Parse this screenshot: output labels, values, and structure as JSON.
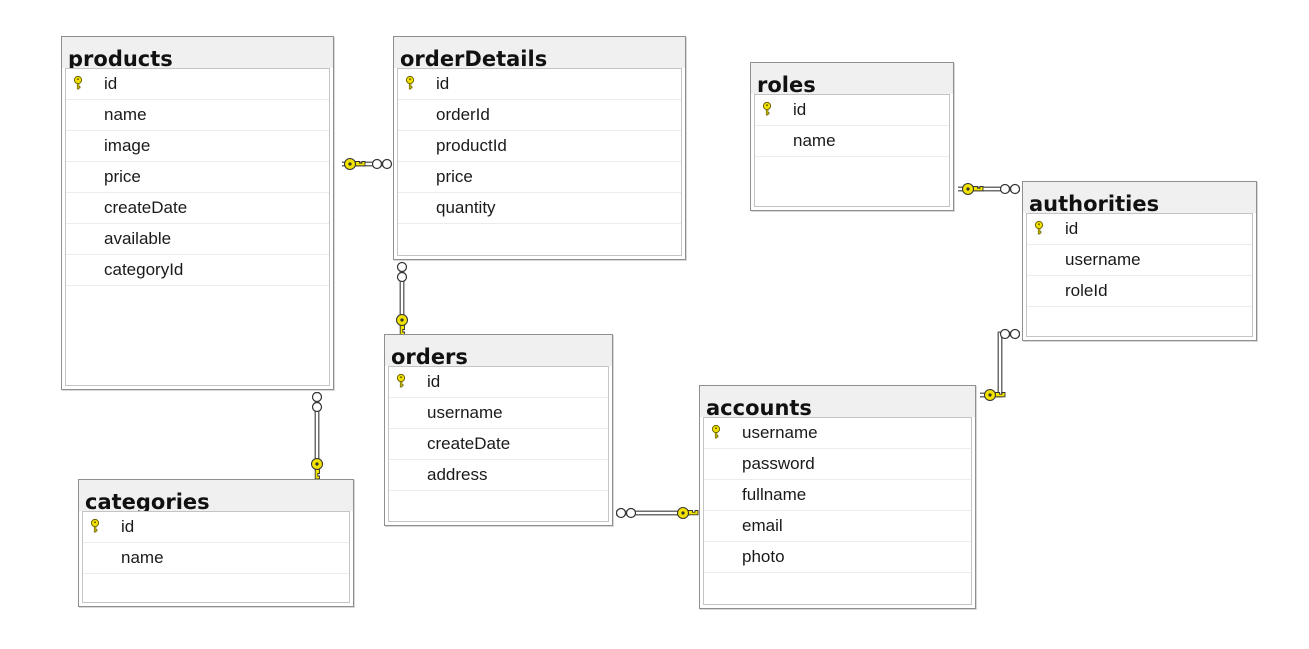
{
  "tables": {
    "products": {
      "name": "products",
      "columns": [
        "id",
        "name",
        "image",
        "price",
        "createDate",
        "available",
        "categoryId"
      ],
      "pk": [
        "id"
      ]
    },
    "orderDetails": {
      "name": "orderDetails",
      "columns": [
        "id",
        "orderId",
        "productId",
        "price",
        "quantity"
      ],
      "pk": [
        "id"
      ]
    },
    "roles": {
      "name": "roles",
      "columns": [
        "id",
        "name"
      ],
      "pk": [
        "id"
      ]
    },
    "authorities": {
      "name": "authorities",
      "columns": [
        "id",
        "username",
        "roleId"
      ],
      "pk": [
        "id"
      ]
    },
    "orders": {
      "name": "orders",
      "columns": [
        "id",
        "username",
        "createDate",
        "address"
      ],
      "pk": [
        "id"
      ]
    },
    "categories": {
      "name": "categories",
      "columns": [
        "id",
        "name"
      ],
      "pk": [
        "id"
      ]
    },
    "accounts": {
      "name": "accounts",
      "columns": [
        "username",
        "password",
        "fullname",
        "email",
        "photo"
      ],
      "pk": [
        "username"
      ]
    }
  },
  "relationships": [
    {
      "from": "products",
      "to": "orderDetails",
      "one_side": "products",
      "many_side": "orderDetails"
    },
    {
      "from": "orders",
      "to": "orderDetails",
      "one_side": "orders",
      "many_side": "orderDetails"
    },
    {
      "from": "categories",
      "to": "products",
      "one_side": "categories",
      "many_side": "products"
    },
    {
      "from": "accounts",
      "to": "orders",
      "one_side": "accounts",
      "many_side": "orders"
    },
    {
      "from": "roles",
      "to": "authorities",
      "one_side": "roles",
      "many_side": "authorities"
    },
    {
      "from": "accounts",
      "to": "authorities",
      "one_side": "accounts",
      "many_side": "authorities"
    }
  ],
  "colors": {
    "key": "#f2e200",
    "key_stroke": "#6b6300",
    "line": "#6e6e6e",
    "header": "#f0f0f0"
  },
  "icons": {
    "primary_key": "key-icon",
    "many_end": "infinity-icon"
  }
}
